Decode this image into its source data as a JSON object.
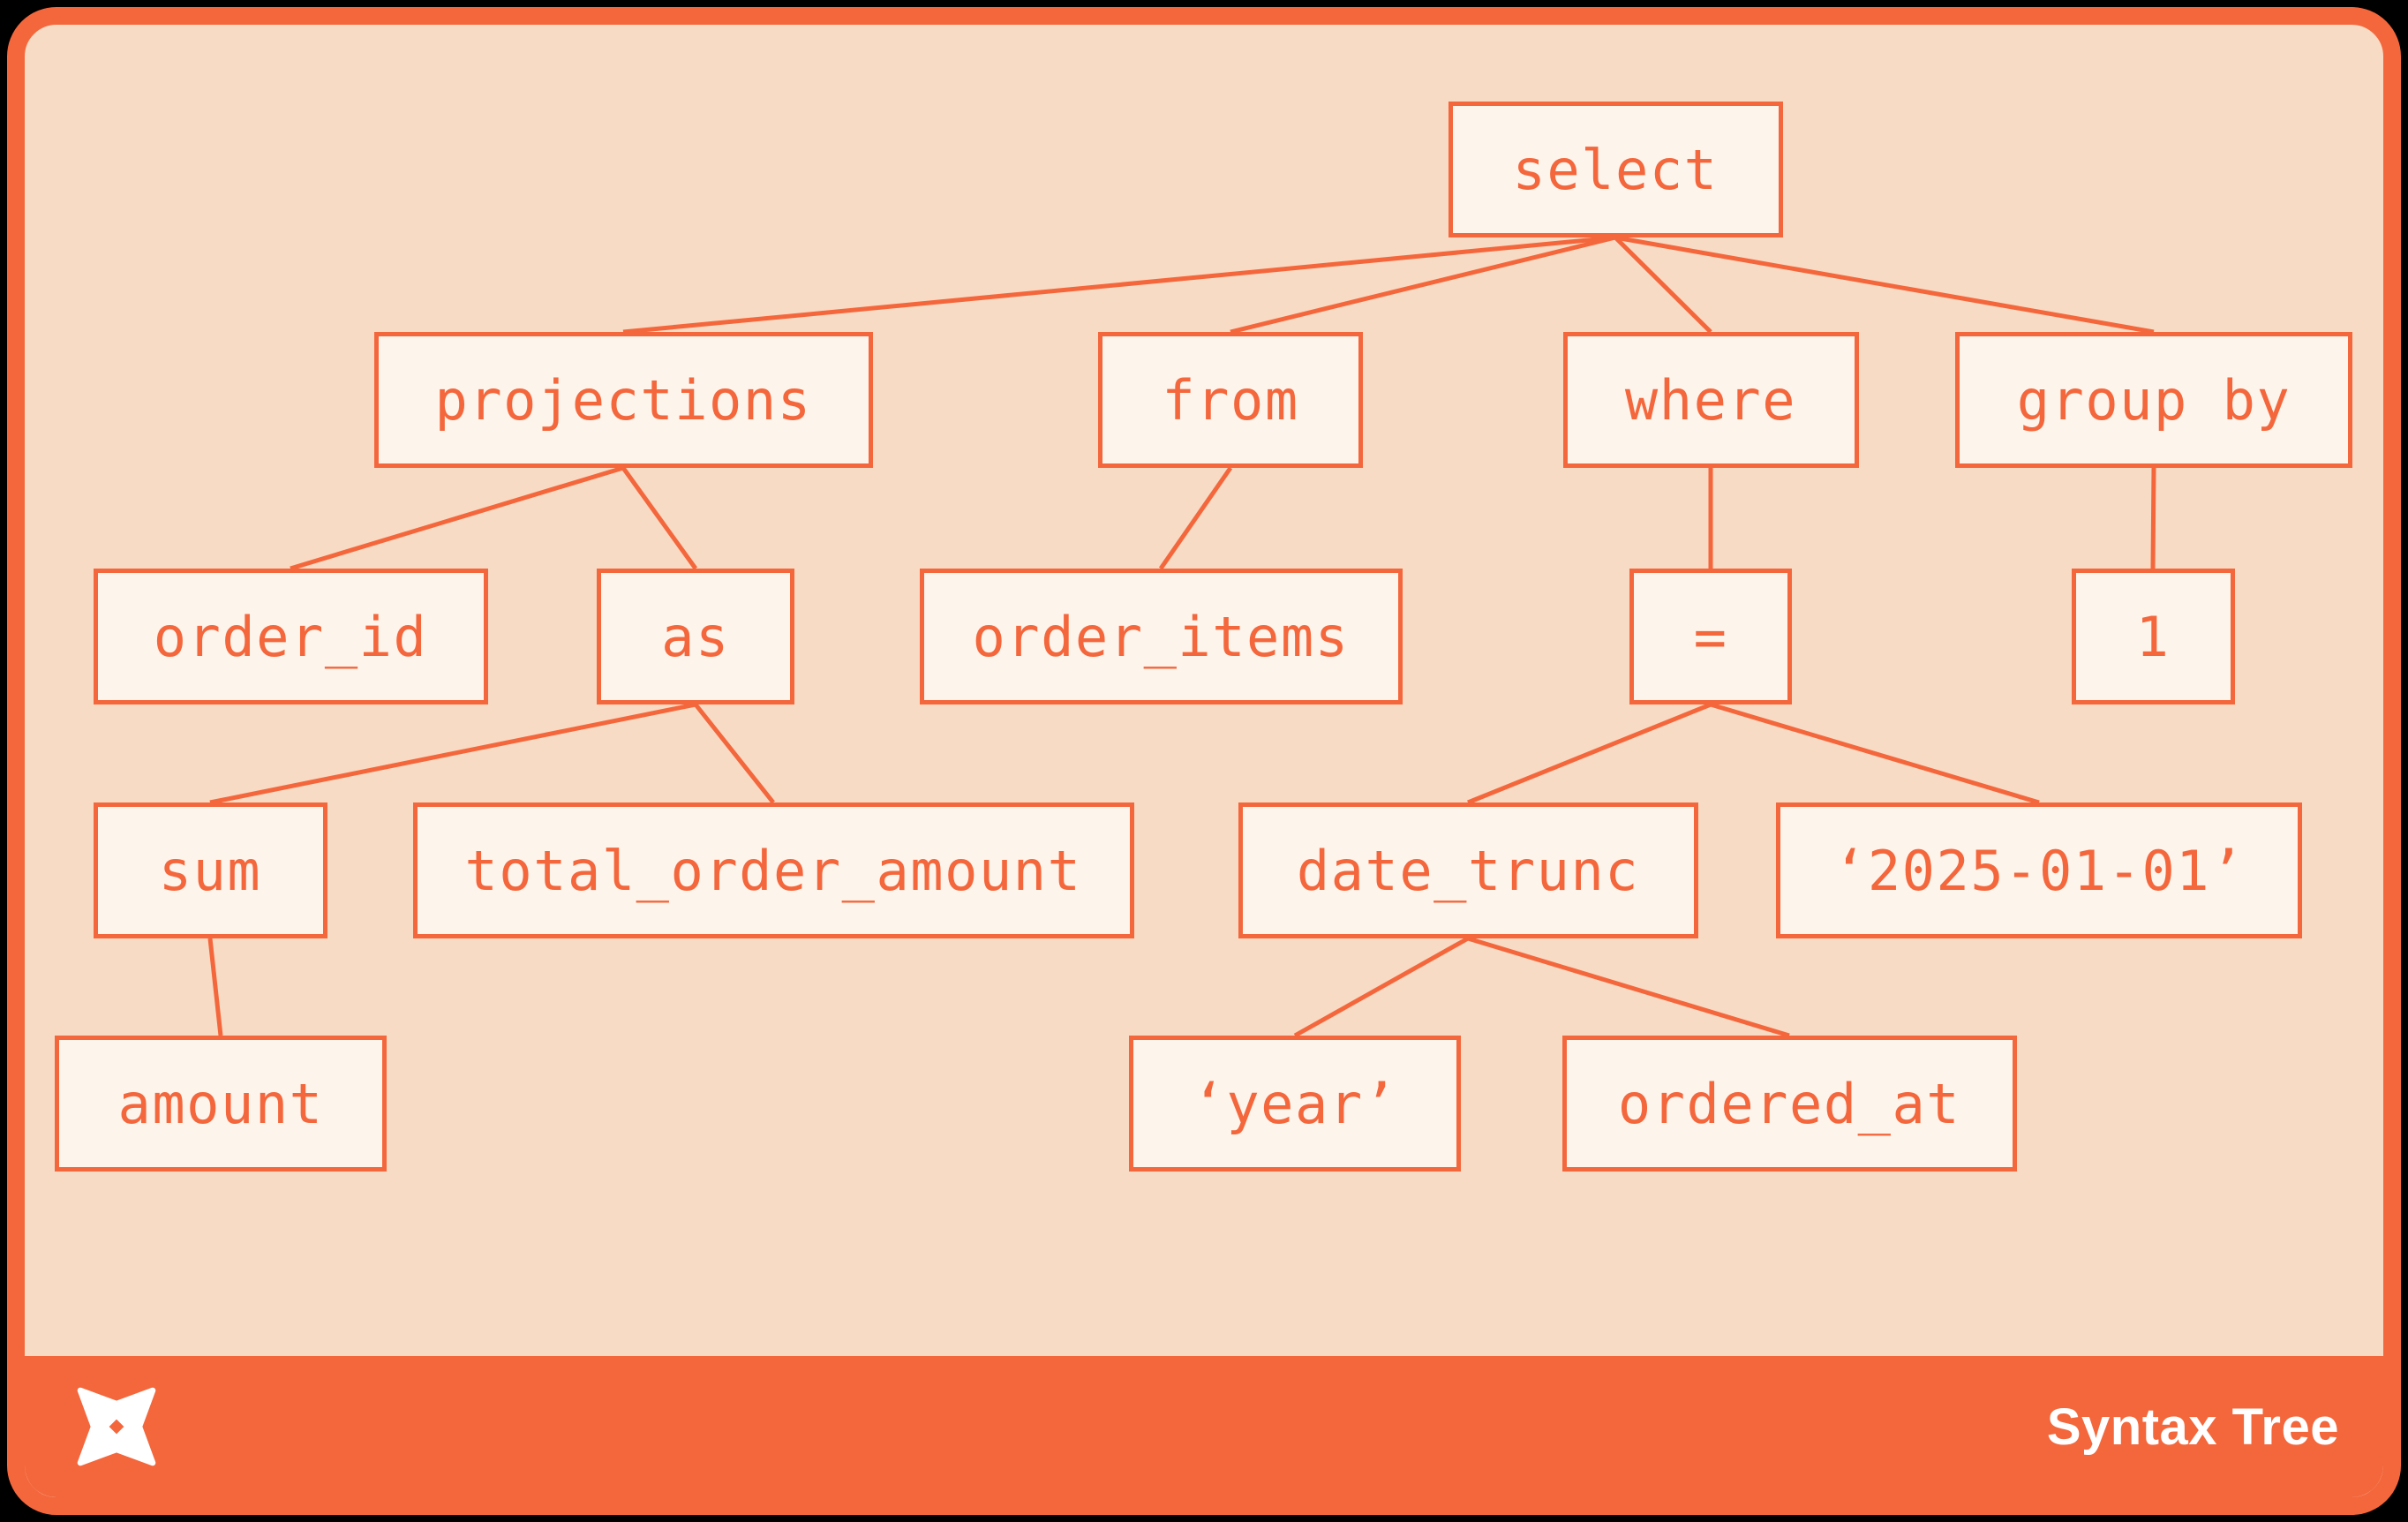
{
  "footer": {
    "title": "Syntax Tree",
    "logo_icon": "pinwheel-star-icon"
  },
  "colors": {
    "accent": "#f4673c",
    "background": "#f7dbc4",
    "node_fill": "#fdf4ec",
    "frame": "#000000",
    "footer_text": "#ffffff"
  },
  "tree": {
    "root": "select",
    "nodes": [
      {
        "id": "select",
        "label": "select"
      },
      {
        "id": "projections",
        "label": "projections"
      },
      {
        "id": "from",
        "label": "from"
      },
      {
        "id": "where",
        "label": "where"
      },
      {
        "id": "group_by",
        "label": "group by"
      },
      {
        "id": "order_id",
        "label": "order_id"
      },
      {
        "id": "as",
        "label": "as"
      },
      {
        "id": "order_items",
        "label": "order_items"
      },
      {
        "id": "eq",
        "label": "="
      },
      {
        "id": "one",
        "label": "1"
      },
      {
        "id": "sum",
        "label": "sum"
      },
      {
        "id": "total_order_amount",
        "label": "total_order_amount"
      },
      {
        "id": "date_trunc",
        "label": "date_trunc"
      },
      {
        "id": "lit_2025",
        "label": "‘2025-01-01’"
      },
      {
        "id": "amount",
        "label": "amount"
      },
      {
        "id": "year",
        "label": "‘year’"
      },
      {
        "id": "ordered_at",
        "label": "ordered_at"
      }
    ],
    "edges": [
      [
        "select",
        "projections"
      ],
      [
        "select",
        "from"
      ],
      [
        "select",
        "where"
      ],
      [
        "select",
        "group_by"
      ],
      [
        "projections",
        "order_id"
      ],
      [
        "projections",
        "as"
      ],
      [
        "from",
        "order_items"
      ],
      [
        "where",
        "eq"
      ],
      [
        "group_by",
        "one"
      ],
      [
        "as",
        "sum"
      ],
      [
        "as",
        "total_order_amount"
      ],
      [
        "eq",
        "date_trunc"
      ],
      [
        "eq",
        "lit_2025"
      ],
      [
        "sum",
        "amount"
      ],
      [
        "date_trunc",
        "year"
      ],
      [
        "date_trunc",
        "ordered_at"
      ]
    ]
  }
}
